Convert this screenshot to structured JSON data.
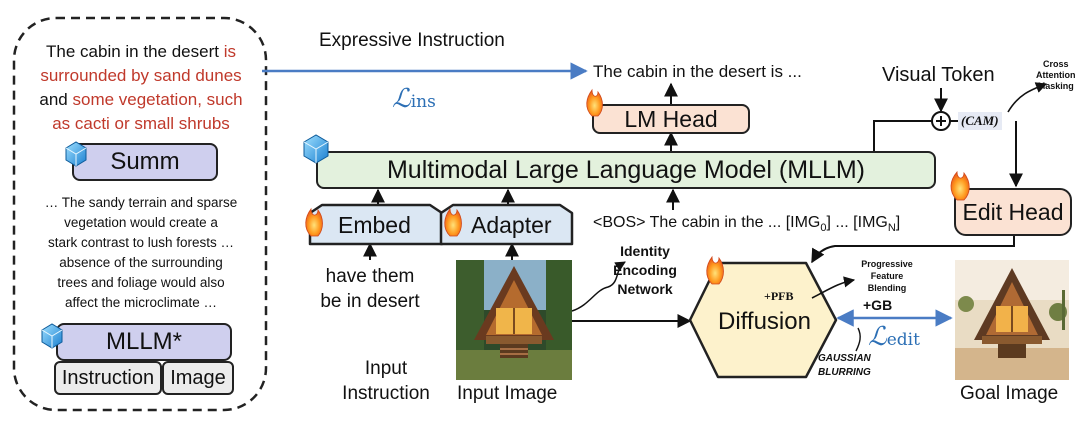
{
  "left_panel": {
    "expressive_text_black_1": "The cabin in the desert ",
    "expressive_text_red_1": "is",
    "expressive_text_red_2": "surrounded by sand dunes",
    "expressive_text_black_2": "and ",
    "expressive_text_red_3": "some vegetation, such",
    "expressive_text_red_4": "as cacti or small shrubs",
    "summ_label": "Summ",
    "summary_lines": [
      "… The sandy terrain and sparse",
      "vegetation would create a",
      "stark contrast to lush forests …",
      "absence of the surrounding",
      "trees and foliage would also",
      "affect the microclimate …"
    ],
    "mllm_star_label": "MLLM*",
    "instruction_label": "Instruction",
    "image_label": "Image"
  },
  "labels": {
    "expressive_instruction": "Expressive Instruction",
    "loss_ins_main": "ℒ",
    "loss_ins_sub": "ins",
    "output_text": "The cabin in the desert is ...",
    "lm_head": "LM Head",
    "visual_token": "Visual Token",
    "cross_attention_masking_1": "Cross",
    "cross_attention_masking_2": "Attention",
    "cross_attention_masking_3": "Masking",
    "cam": "(CAM)",
    "mllm_main": "Multimodal Large Language Model (MLLM)",
    "edit_head": "Edit Head",
    "embed": "Embed",
    "adapter": "Adapter",
    "token_seq_1": "<BOS> The cabin in the ...  [IMG",
    "token_sub_0": "0",
    "token_seq_2": "] ... [IMG",
    "token_sub_n": "N",
    "token_seq_3": "]",
    "instruction_text_1": "have them",
    "instruction_text_2": "be in desert",
    "identity_1": "Identity",
    "identity_2": "Encoding",
    "identity_3": "Network",
    "pfb": "+PFB",
    "progressive_1": "Progressive",
    "progressive_2": "Feature",
    "progressive_3": "Blending",
    "gb": "+GB",
    "diffusion": "Diffusion",
    "loss_edit_main": "ℒ",
    "loss_edit_sub": "edit",
    "gaussian_1": "GAUSSIAN",
    "gaussian_2": "BLURRING",
    "input_instruction_1": "Input",
    "input_instruction_2": "Instruction",
    "input_image": "Input Image",
    "goal_image": "Goal Image"
  },
  "colors": {
    "arrow_blue": "#4a7cc4",
    "loss_blue": "#2c6fb5",
    "red_text": "#c0392b",
    "mllm_green": "#e3f1dd",
    "head_peach": "#fbe2d3",
    "summ_purple": "#cfcfee",
    "embed_blue": "#dbe7f3",
    "diffusion_yellow": "#fdf2cc"
  },
  "icons": [
    "ice-cube-icon",
    "fire-icon",
    "plus-circle-icon"
  ]
}
